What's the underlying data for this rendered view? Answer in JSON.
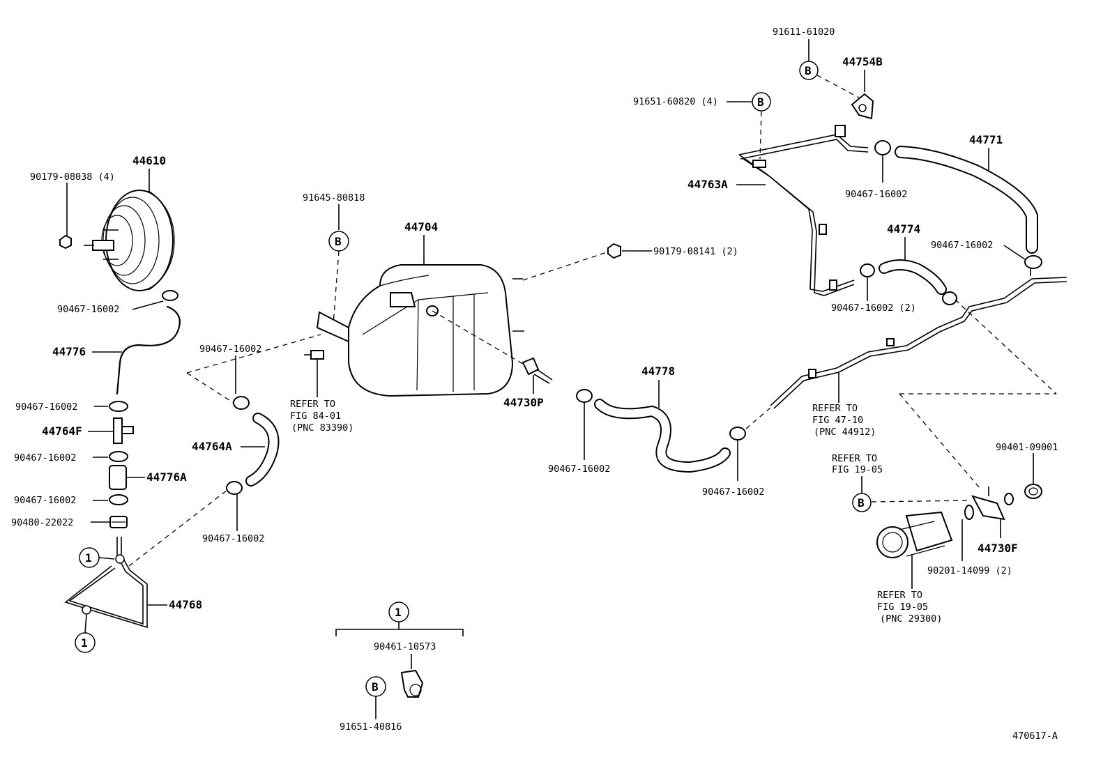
{
  "labels": {
    "p44610": "44610",
    "p90179_08038": "90179-08038 (4)",
    "p90467_a": "90467-16002",
    "p44776": "44776",
    "p90467_b": "90467-16002",
    "p44764F": "44764F",
    "p90467_c": "90467-16002",
    "p44776A": "44776A",
    "p90467_d": "90467-16002",
    "p90480": "90480-22022",
    "p44768": "44768",
    "p91645": "91645-80818",
    "p44704": "44704",
    "p90179_08141": "90179-08141 (2)",
    "p90467_e": "90467-16002",
    "p44764A": "44764A",
    "p90467_f": "90467-16002",
    "p44730P": "44730P",
    "p44778": "44778",
    "p90467_g": "90467-16002",
    "p90467_h": "90467-16002",
    "p91611": "91611-61020",
    "p44754B": "44754B",
    "p91651_60820": "91651-60820 (4)",
    "p44771": "44771",
    "p44763A": "44763A",
    "p90467_i": "90467-16002",
    "p44774": "44774",
    "p90467_j": "90467-16002",
    "p90467_k": "90467-16002 (2)",
    "p90401": "90401-09001",
    "p44730F": "44730F",
    "p90201": "90201-14099 (2)",
    "p90461": "90461-10573",
    "p91651_40816": "91651-40816",
    "figure_id": "470617-A"
  },
  "refs": {
    "fig84": [
      "REFER TO",
      "FIG 84-01",
      "(PNC 83390)"
    ],
    "fig47": [
      "REFER TO",
      "FIG 47-10",
      "(PNC 44912)"
    ],
    "fig19a": [
      "REFER TO",
      "FIG 19-05"
    ],
    "fig19b": [
      "REFER TO",
      "FIG 19-05",
      "(PNC 29300)"
    ]
  },
  "callouts": {
    "b": "B",
    "one": "1"
  }
}
